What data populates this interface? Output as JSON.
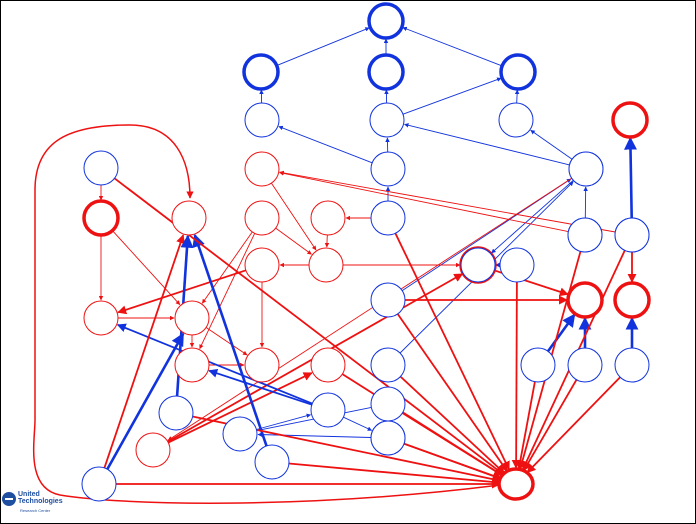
{
  "diagram": {
    "colors": {
      "red": "#ee1111",
      "blue": "#1133dd",
      "background": "#ffffff",
      "frame": "#000000"
    },
    "logo": {
      "line1": "United",
      "line2": "Technologies",
      "tagline": "Research Center"
    },
    "nodes": [
      {
        "id": "B0",
        "color": "blue",
        "thick": true
      },
      {
        "id": "B1",
        "color": "blue",
        "thick": true
      },
      {
        "id": "B2",
        "color": "blue",
        "thick": true
      },
      {
        "id": "B3",
        "color": "blue",
        "thick": true
      },
      {
        "id": "b1",
        "color": "blue",
        "thick": false
      },
      {
        "id": "b2",
        "color": "blue",
        "thick": false
      },
      {
        "id": "b3",
        "color": "blue",
        "thick": false
      },
      {
        "id": "R0",
        "color": "red",
        "thick": true
      },
      {
        "id": "b4",
        "color": "blue",
        "thick": false
      },
      {
        "id": "b5",
        "color": "blue",
        "thick": false
      },
      {
        "id": "b6",
        "color": "blue",
        "thick": false
      },
      {
        "id": "r1",
        "color": "red",
        "thick": false
      },
      {
        "id": "R2",
        "color": "red",
        "thick": true
      },
      {
        "id": "r2",
        "color": "red",
        "thick": false
      },
      {
        "id": "r3",
        "color": "red",
        "thick": false
      },
      {
        "id": "r4",
        "color": "red",
        "thick": false
      },
      {
        "id": "b7",
        "color": "blue",
        "thick": false
      },
      {
        "id": "b8",
        "color": "blue",
        "thick": false
      },
      {
        "id": "b9",
        "color": "blue",
        "thick": false
      },
      {
        "id": "r5",
        "color": "red",
        "thick": false
      },
      {
        "id": "R6",
        "color": "red",
        "thick": true
      },
      {
        "id": "r7",
        "color": "red",
        "thick": false
      },
      {
        "id": "b10",
        "color": "blue",
        "thick": false
      },
      {
        "id": "R8",
        "color": "red",
        "thick": true
      },
      {
        "id": "R9",
        "color": "red",
        "thick": true
      },
      {
        "id": "r10",
        "color": "red",
        "thick": false
      },
      {
        "id": "r11",
        "color": "red",
        "thick": false
      },
      {
        "id": "b11",
        "color": "blue",
        "thick": false
      },
      {
        "id": "r12",
        "color": "red",
        "thick": false
      },
      {
        "id": "r13",
        "color": "red",
        "thick": false
      },
      {
        "id": "r14",
        "color": "red",
        "thick": false
      },
      {
        "id": "b12",
        "color": "blue",
        "thick": false
      },
      {
        "id": "b13",
        "color": "blue",
        "thick": false
      },
      {
        "id": "b14",
        "color": "blue",
        "thick": false
      },
      {
        "id": "b15",
        "color": "blue",
        "thick": false
      },
      {
        "id": "b16",
        "color": "blue",
        "thick": false
      },
      {
        "id": "b17",
        "color": "blue",
        "thick": false
      },
      {
        "id": "b18",
        "color": "blue",
        "thick": false
      },
      {
        "id": "b19",
        "color": "blue",
        "thick": false
      },
      {
        "id": "b20",
        "color": "blue",
        "thick": false
      },
      {
        "id": "r15",
        "color": "red",
        "thick": false
      },
      {
        "id": "b21",
        "color": "blue",
        "thick": false
      },
      {
        "id": "b22",
        "color": "blue",
        "thick": false
      },
      {
        "id": "b23",
        "color": "blue",
        "thick": false
      },
      {
        "id": "b24",
        "color": "blue",
        "thick": false
      },
      {
        "id": "b25",
        "color": "blue",
        "thick": false
      },
      {
        "id": "b26",
        "color": "blue",
        "thick": false
      },
      {
        "id": "b27",
        "color": "blue",
        "thick": false
      },
      {
        "id": "SINK",
        "color": "red",
        "thick": true
      }
    ],
    "edges": [
      {
        "from": "B1",
        "to": "B0",
        "color": "blue",
        "w": 1
      },
      {
        "from": "B2",
        "to": "B0",
        "color": "blue",
        "w": 1
      },
      {
        "from": "B3",
        "to": "B0",
        "color": "blue",
        "w": 1
      },
      {
        "from": "b1",
        "to": "B1",
        "color": "blue",
        "w": 1
      },
      {
        "from": "b2",
        "to": "B2",
        "color": "blue",
        "w": 1
      },
      {
        "from": "b2",
        "to": "B3",
        "color": "blue",
        "w": 1
      },
      {
        "from": "b3",
        "to": "B3",
        "color": "blue",
        "w": 1
      },
      {
        "from": "b5",
        "to": "b1",
        "color": "blue",
        "w": 1
      },
      {
        "from": "b5",
        "to": "b2",
        "color": "blue",
        "w": 1
      },
      {
        "from": "b6",
        "to": "b2",
        "color": "blue",
        "w": 1
      },
      {
        "from": "b6",
        "to": "b3",
        "color": "blue",
        "w": 1
      },
      {
        "from": "b9",
        "to": "b5",
        "color": "blue",
        "w": 1
      },
      {
        "from": "b24",
        "to": "b6",
        "color": "blue",
        "w": 1
      },
      {
        "from": "b11",
        "to": "b6",
        "color": "blue",
        "w": 1
      },
      {
        "from": "b12",
        "to": "b6",
        "color": "blue",
        "w": 1
      },
      {
        "from": "b4",
        "to": "R2",
        "color": "red",
        "w": 1
      },
      {
        "from": "r1",
        "to": "r5",
        "color": "red",
        "w": 1
      },
      {
        "from": "b9",
        "to": "r4",
        "color": "red",
        "w": 1
      },
      {
        "from": "r4",
        "to": "r5",
        "color": "red",
        "w": 1
      },
      {
        "from": "r3",
        "to": "r5",
        "color": "red",
        "w": 1
      },
      {
        "from": "r5",
        "to": "R6",
        "color": "red",
        "w": 1
      },
      {
        "from": "r5",
        "to": "r7",
        "color": "red",
        "w": 1
      },
      {
        "from": "R2",
        "to": "r10",
        "color": "red",
        "w": 1
      },
      {
        "from": "R2",
        "to": "r11",
        "color": "red",
        "w": 1
      },
      {
        "from": "r3",
        "to": "r11",
        "color": "red",
        "w": 1
      },
      {
        "from": "r3",
        "to": "r12",
        "color": "red",
        "w": 1
      },
      {
        "from": "r7",
        "to": "r10",
        "color": "red",
        "w": 2
      },
      {
        "from": "r10",
        "to": "r11",
        "color": "red",
        "w": 1
      },
      {
        "from": "r11",
        "to": "r12",
        "color": "red",
        "w": 1
      },
      {
        "from": "r11",
        "to": "r13",
        "color": "red",
        "w": 1
      },
      {
        "from": "r7",
        "to": "r13",
        "color": "red",
        "w": 1
      },
      {
        "from": "r12",
        "to": "r13",
        "color": "red",
        "w": 1
      },
      {
        "from": "r15",
        "to": "R6",
        "color": "red",
        "w": 2
      },
      {
        "from": "r15",
        "to": "r14",
        "color": "red",
        "w": 2
      },
      {
        "from": "b24",
        "to": "r15",
        "color": "red",
        "w": 1
      },
      {
        "from": "b25",
        "to": "R8",
        "color": "red",
        "w": 2
      },
      {
        "from": "b11",
        "to": "R8",
        "color": "red",
        "w": 2
      },
      {
        "from": "b26",
        "to": "R9",
        "color": "red",
        "w": 2
      },
      {
        "from": "b26",
        "to": "R0",
        "color": "blue",
        "w": 3
      },
      {
        "from": "b24",
        "to": "b25",
        "color": "blue",
        "w": 1
      },
      {
        "from": "b27",
        "to": "b24",
        "color": "blue",
        "w": 1
      },
      {
        "from": "b10",
        "to": "R6",
        "color": "blue",
        "w": 2
      },
      {
        "from": "b17",
        "to": "R8",
        "color": "blue",
        "w": 3
      },
      {
        "from": "b22",
        "to": "R8",
        "color": "blue",
        "w": 3
      },
      {
        "from": "b23",
        "to": "R9",
        "color": "blue",
        "w": 3
      },
      {
        "from": "b14",
        "to": "r10",
        "color": "blue",
        "w": 2
      },
      {
        "from": "b14",
        "to": "r12",
        "color": "blue",
        "w": 2
      },
      {
        "from": "b14",
        "to": "b16",
        "color": "blue",
        "w": 1
      },
      {
        "from": "b15",
        "to": "b14",
        "color": "blue",
        "w": 1
      },
      {
        "from": "b13",
        "to": "b15",
        "color": "blue",
        "w": 1
      },
      {
        "from": "b21",
        "to": "b15",
        "color": "blue",
        "w": 1
      },
      {
        "from": "b20",
        "to": "r11",
        "color": "blue",
        "w": 3
      },
      {
        "from": "b20",
        "to": "r2",
        "color": "red",
        "w": 2
      },
      {
        "from": "b18",
        "to": "r2",
        "color": "blue",
        "w": 3
      },
      {
        "from": "b19",
        "to": "r2",
        "color": "blue",
        "w": 3
      },
      {
        "from": "b7",
        "to": "r1",
        "color": "red",
        "w": 1
      },
      {
        "from": "b8",
        "to": "r1",
        "color": "red",
        "w": 1
      },
      {
        "from": "b4",
        "to": "SINK",
        "color": "red",
        "w": 2
      },
      {
        "from": "b9",
        "to": "SINK",
        "color": "red",
        "w": 2
      },
      {
        "from": "b11",
        "to": "SINK",
        "color": "red",
        "w": 2
      },
      {
        "from": "b10",
        "to": "SINK",
        "color": "red",
        "w": 2
      },
      {
        "from": "b12",
        "to": "SINK",
        "color": "red",
        "w": 2
      },
      {
        "from": "b13",
        "to": "SINK",
        "color": "red",
        "w": 2
      },
      {
        "from": "b21",
        "to": "SINK",
        "color": "red",
        "w": 2
      },
      {
        "from": "b16",
        "to": "SINK",
        "color": "red",
        "w": 2
      },
      {
        "from": "b17",
        "to": "SINK",
        "color": "red",
        "w": 2
      },
      {
        "from": "b22",
        "to": "SINK",
        "color": "red",
        "w": 2
      },
      {
        "from": "b23",
        "to": "SINK",
        "color": "red",
        "w": 2
      },
      {
        "from": "b18",
        "to": "SINK",
        "color": "red",
        "w": 2
      },
      {
        "from": "b19",
        "to": "SINK",
        "color": "red",
        "w": 2
      },
      {
        "from": "b20",
        "to": "SINK",
        "color": "red",
        "w": 2
      },
      {
        "from": "r14",
        "to": "SINK",
        "color": "red",
        "w": 2
      },
      {
        "from": "b26",
        "to": "SINK",
        "color": "red",
        "w": 2
      },
      {
        "from": "b27",
        "to": "SINK",
        "color": "red",
        "w": 2
      }
    ]
  }
}
